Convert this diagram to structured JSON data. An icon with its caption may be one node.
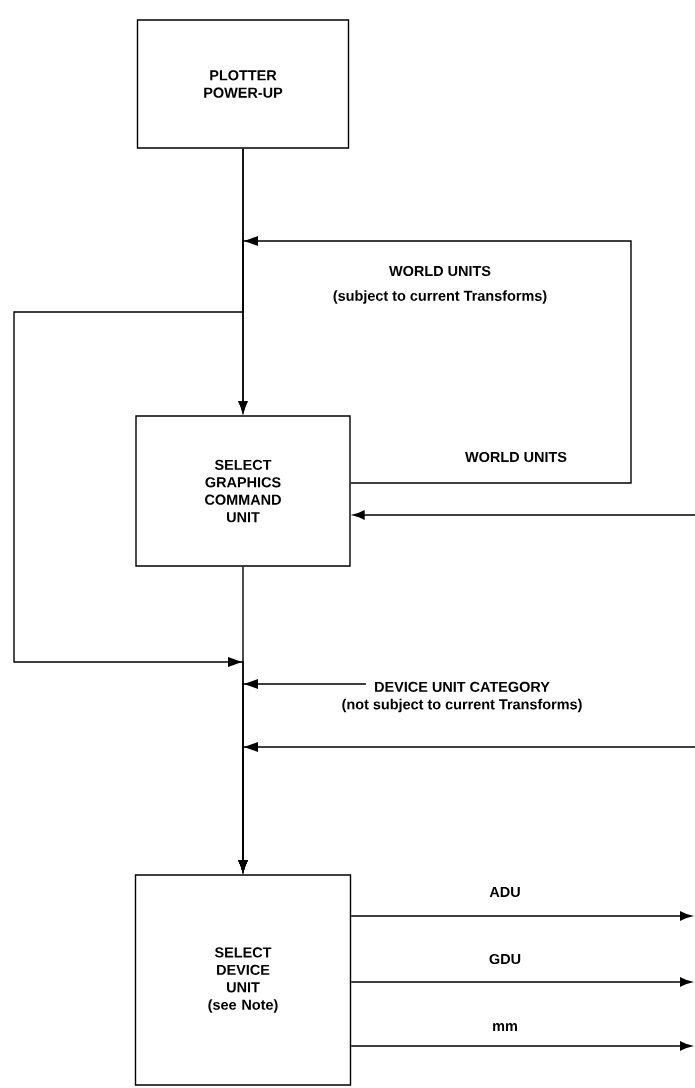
{
  "diagram": {
    "nodes": [
      {
        "text": [
          "PLOTTER POWER-UP"
        ]
      },
      {
        "text": [
          "SELECT GRAPHICS COMMAND UNIT"
        ]
      },
      {
        "text": [
          "SELECT DEVICE UNIT",
          "(see Note)"
        ]
      },
      {
        "text": [
          "DEVICE UNIT CATEGORY",
          "(not subject to current Transforms)"
        ]
      }
    ],
    "edges": [
      {
        "from": 0,
        "to": 1,
        "arrow": "to"
      },
      {
        "from": 1,
        "to": 1,
        "arrow": "to",
        "label": "WORLD UNITS"
      },
      {
        "from": 0,
        "to": 2,
        "arrow": "to"
      },
      {
        "from": null,
        "to": 1,
        "arrow": "to"
      },
      {
        "from": 1,
        "to": 2,
        "arrow": "to"
      },
      {
        "from": 3,
        "to": 2,
        "arrow": "to"
      },
      {
        "from": null,
        "to": 2,
        "arrow": "to"
      },
      {
        "from": 2,
        "to": null,
        "arrow": "to",
        "label": "ADU"
      },
      {
        "from": 2,
        "to": null,
        "arrow": "to",
        "label": "GDU"
      },
      {
        "from": 2,
        "to": null,
        "arrow": "to",
        "label": "mm"
      }
    ],
    "labels": [
      "WORLD UNITS",
      "(subject to current Transforms)"
    ]
  }
}
